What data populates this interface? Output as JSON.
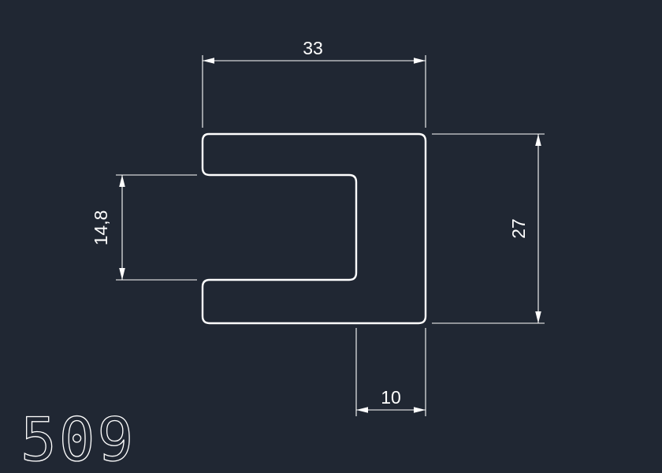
{
  "drawing": {
    "part_number": "509",
    "dimensions": {
      "top_width": "33",
      "right_height": "27",
      "left_inner_height": "14,8",
      "bottom_right_width": "10"
    },
    "colors": {
      "background": "#202733",
      "line": "#ffffff",
      "text": "#ffffff"
    }
  }
}
